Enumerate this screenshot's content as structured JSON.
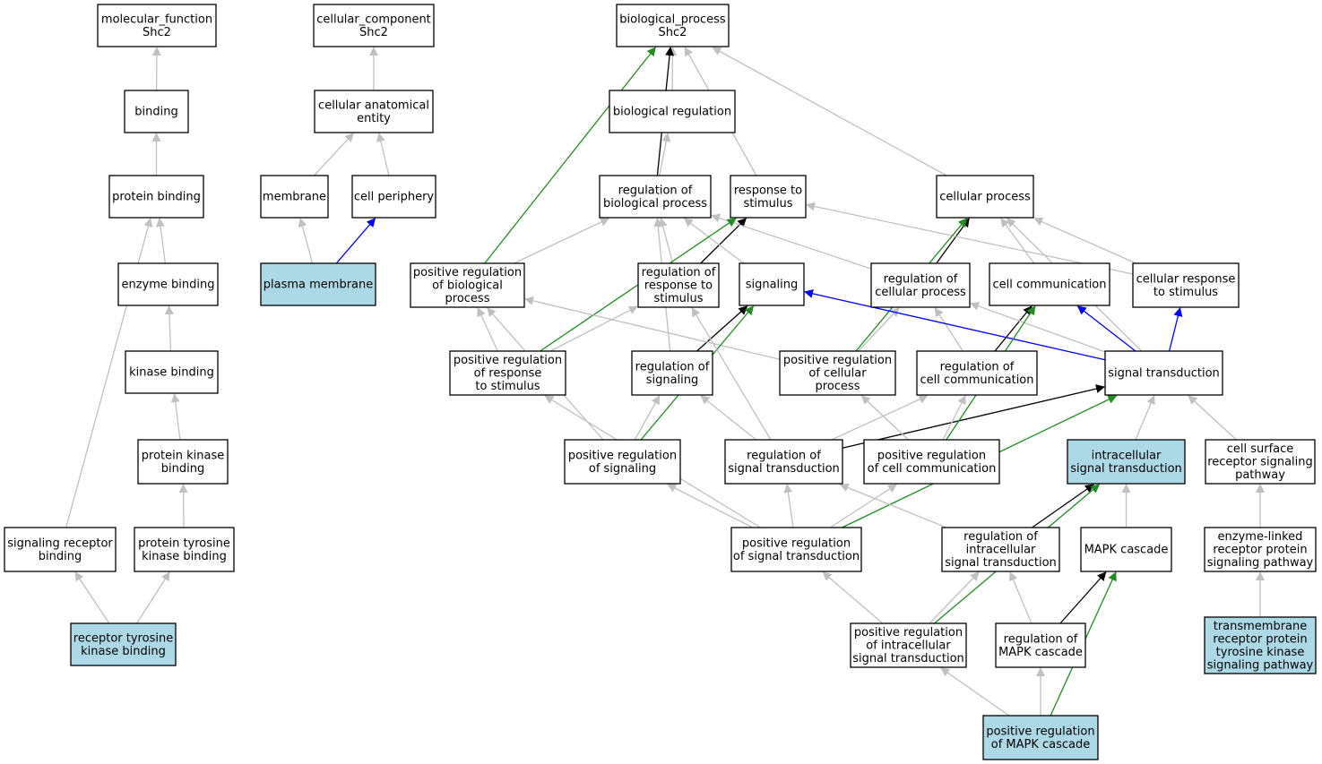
{
  "colors": {
    "node_border": "#000000",
    "node_fill": "#ffffff",
    "highlight_fill": "#add8e6",
    "is_a": "#c0c0c0",
    "regulates": "#000000",
    "positively_regulates": "#228b22",
    "part_of": "#0000ff"
  },
  "nodes": [
    {
      "id": "mf",
      "lines": [
        "molecular_function",
        "Shc2"
      ],
      "highlight": false
    },
    {
      "id": "binding",
      "lines": [
        "binding"
      ],
      "highlight": false
    },
    {
      "id": "protein_binding",
      "lines": [
        "protein binding"
      ],
      "highlight": false
    },
    {
      "id": "enzyme_binding",
      "lines": [
        "enzyme binding"
      ],
      "highlight": false
    },
    {
      "id": "kinase_binding",
      "lines": [
        "kinase binding"
      ],
      "highlight": false
    },
    {
      "id": "protein_kinase_binding",
      "lines": [
        "protein kinase",
        "binding"
      ],
      "highlight": false
    },
    {
      "id": "ptk_binding",
      "lines": [
        "protein tyrosine",
        "kinase binding"
      ],
      "highlight": false
    },
    {
      "id": "signaling_receptor_binding",
      "lines": [
        "signaling receptor",
        "binding"
      ],
      "highlight": false
    },
    {
      "id": "rtk_binding",
      "lines": [
        "receptor tyrosine",
        "kinase binding"
      ],
      "highlight": true
    },
    {
      "id": "cc",
      "lines": [
        "cellular_component",
        "Shc2"
      ],
      "highlight": false
    },
    {
      "id": "cae",
      "lines": [
        "cellular anatomical",
        "entity"
      ],
      "highlight": false
    },
    {
      "id": "membrane",
      "lines": [
        "membrane"
      ],
      "highlight": false
    },
    {
      "id": "cell_periphery",
      "lines": [
        "cell periphery"
      ],
      "highlight": false
    },
    {
      "id": "plasma_membrane",
      "lines": [
        "plasma membrane"
      ],
      "highlight": true
    },
    {
      "id": "bp",
      "lines": [
        "biological_process",
        "Shc2"
      ],
      "highlight": false
    },
    {
      "id": "bio_reg",
      "lines": [
        "biological regulation"
      ],
      "highlight": false
    },
    {
      "id": "reg_bio",
      "lines": [
        "regulation of",
        "biological process"
      ],
      "highlight": false
    },
    {
      "id": "resp_stim",
      "lines": [
        "response to",
        "stimulus"
      ],
      "highlight": false
    },
    {
      "id": "cell_proc",
      "lines": [
        "cellular process"
      ],
      "highlight": false
    },
    {
      "id": "pos_reg_bio",
      "lines": [
        "positive regulation",
        "of biological",
        "process"
      ],
      "highlight": false
    },
    {
      "id": "reg_resp",
      "lines": [
        "regulation of",
        "response to",
        "stimulus"
      ],
      "highlight": false
    },
    {
      "id": "signaling",
      "lines": [
        "signaling"
      ],
      "highlight": false
    },
    {
      "id": "reg_cell_proc",
      "lines": [
        "regulation of",
        "cellular process"
      ],
      "highlight": false
    },
    {
      "id": "cell_comm",
      "lines": [
        "cell communication"
      ],
      "highlight": false
    },
    {
      "id": "cell_resp",
      "lines": [
        "cellular response",
        "to stimulus"
      ],
      "highlight": false
    },
    {
      "id": "pos_reg_resp",
      "lines": [
        "positive regulation",
        "of response",
        "to stimulus"
      ],
      "highlight": false
    },
    {
      "id": "reg_sig",
      "lines": [
        "regulation of",
        "signaling"
      ],
      "highlight": false
    },
    {
      "id": "pos_reg_cell_proc",
      "lines": [
        "positive regulation",
        "of cellular",
        "process"
      ],
      "highlight": false
    },
    {
      "id": "reg_cell_comm",
      "lines": [
        "regulation of",
        "cell communication"
      ],
      "highlight": false
    },
    {
      "id": "sig_trans",
      "lines": [
        "signal transduction"
      ],
      "highlight": false
    },
    {
      "id": "pos_reg_sig",
      "lines": [
        "positive regulation",
        "of signaling"
      ],
      "highlight": false
    },
    {
      "id": "reg_sig_trans",
      "lines": [
        "regulation of",
        "signal transduction"
      ],
      "highlight": false
    },
    {
      "id": "pos_reg_cell_comm",
      "lines": [
        "positive regulation",
        "of cell communication"
      ],
      "highlight": false
    },
    {
      "id": "intra_sig",
      "lines": [
        "intracellular",
        "signal transduction"
      ],
      "highlight": true
    },
    {
      "id": "cell_surface",
      "lines": [
        "cell surface",
        "receptor signaling",
        "pathway"
      ],
      "highlight": false
    },
    {
      "id": "pos_reg_sig_trans",
      "lines": [
        "positive regulation",
        "of signal transduction"
      ],
      "highlight": false
    },
    {
      "id": "reg_intra",
      "lines": [
        "regulation of",
        "intracellular",
        "signal transduction"
      ],
      "highlight": false
    },
    {
      "id": "mapk",
      "lines": [
        "MAPK cascade"
      ],
      "highlight": false
    },
    {
      "id": "enzyme_linked",
      "lines": [
        "enzyme-linked",
        "receptor protein",
        "signaling pathway"
      ],
      "highlight": false
    },
    {
      "id": "pos_reg_intra",
      "lines": [
        "positive regulation",
        "of intracellular",
        "signal transduction"
      ],
      "highlight": false
    },
    {
      "id": "reg_mapk",
      "lines": [
        "regulation of",
        "MAPK cascade"
      ],
      "highlight": false
    },
    {
      "id": "rtk_pathway",
      "lines": [
        "transmembrane",
        "receptor protein",
        "tyrosine kinase",
        "signaling pathway"
      ],
      "highlight": true
    },
    {
      "id": "pos_reg_mapk",
      "lines": [
        "positive regulation",
        "of MAPK cascade"
      ],
      "highlight": true
    }
  ],
  "edges": [
    {
      "from": "binding",
      "to": "mf",
      "type": "is_a"
    },
    {
      "from": "protein_binding",
      "to": "binding",
      "type": "is_a"
    },
    {
      "from": "enzyme_binding",
      "to": "protein_binding",
      "type": "is_a"
    },
    {
      "from": "kinase_binding",
      "to": "enzyme_binding",
      "type": "is_a"
    },
    {
      "from": "protein_kinase_binding",
      "to": "kinase_binding",
      "type": "is_a"
    },
    {
      "from": "ptk_binding",
      "to": "protein_kinase_binding",
      "type": "is_a"
    },
    {
      "from": "signaling_receptor_binding",
      "to": "protein_binding",
      "type": "is_a"
    },
    {
      "from": "rtk_binding",
      "to": "signaling_receptor_binding",
      "type": "is_a"
    },
    {
      "from": "rtk_binding",
      "to": "ptk_binding",
      "type": "is_a"
    },
    {
      "from": "cae",
      "to": "cc",
      "type": "is_a"
    },
    {
      "from": "membrane",
      "to": "cae",
      "type": "is_a"
    },
    {
      "from": "cell_periphery",
      "to": "cae",
      "type": "is_a"
    },
    {
      "from": "plasma_membrane",
      "to": "membrane",
      "type": "is_a"
    },
    {
      "from": "plasma_membrane",
      "to": "cell_periphery",
      "type": "part_of"
    },
    {
      "from": "bio_reg",
      "to": "bp",
      "type": "is_a"
    },
    {
      "from": "reg_bio",
      "to": "bio_reg",
      "type": "is_a"
    },
    {
      "from": "reg_bio",
      "to": "bp",
      "type": "regulates"
    },
    {
      "from": "resp_stim",
      "to": "bp",
      "type": "is_a"
    },
    {
      "from": "cell_proc",
      "to": "bp",
      "type": "is_a"
    },
    {
      "from": "pos_reg_bio",
      "to": "bp",
      "type": "positively_regulates"
    },
    {
      "from": "pos_reg_bio",
      "to": "reg_bio",
      "type": "is_a"
    },
    {
      "from": "reg_resp",
      "to": "reg_bio",
      "type": "is_a"
    },
    {
      "from": "reg_resp",
      "to": "resp_stim",
      "type": "regulates"
    },
    {
      "from": "signaling",
      "to": "reg_bio",
      "type": "is_a"
    },
    {
      "from": "reg_cell_proc",
      "to": "reg_bio",
      "type": "is_a"
    },
    {
      "from": "reg_cell_proc",
      "to": "cell_proc",
      "type": "regulates"
    },
    {
      "from": "cell_comm",
      "to": "cell_proc",
      "type": "is_a"
    },
    {
      "from": "cell_resp",
      "to": "cell_proc",
      "type": "is_a"
    },
    {
      "from": "cell_resp",
      "to": "resp_stim",
      "type": "is_a"
    },
    {
      "from": "pos_reg_resp",
      "to": "resp_stim",
      "type": "positively_regulates"
    },
    {
      "from": "pos_reg_resp",
      "to": "pos_reg_bio",
      "type": "is_a"
    },
    {
      "from": "pos_reg_resp",
      "to": "reg_resp",
      "type": "is_a"
    },
    {
      "from": "reg_sig",
      "to": "signaling",
      "type": "regulates"
    },
    {
      "from": "reg_sig",
      "to": "reg_bio",
      "type": "is_a"
    },
    {
      "from": "pos_reg_cell_proc",
      "to": "pos_reg_bio",
      "type": "is_a"
    },
    {
      "from": "pos_reg_cell_proc",
      "to": "reg_cell_proc",
      "type": "is_a"
    },
    {
      "from": "pos_reg_cell_proc",
      "to": "cell_proc",
      "type": "positively_regulates"
    },
    {
      "from": "reg_cell_comm",
      "to": "cell_comm",
      "type": "regulates"
    },
    {
      "from": "reg_cell_comm",
      "to": "reg_cell_proc",
      "type": "is_a"
    },
    {
      "from": "sig_trans",
      "to": "signaling",
      "type": "part_of"
    },
    {
      "from": "sig_trans",
      "to": "cell_comm",
      "type": "part_of"
    },
    {
      "from": "sig_trans",
      "to": "cell_resp",
      "type": "part_of"
    },
    {
      "from": "sig_trans",
      "to": "cell_proc",
      "type": "is_a"
    },
    {
      "from": "sig_trans",
      "to": "reg_cell_proc",
      "type": "is_a"
    },
    {
      "from": "pos_reg_sig",
      "to": "pos_reg_bio",
      "type": "is_a"
    },
    {
      "from": "pos_reg_sig",
      "to": "reg_sig",
      "type": "is_a"
    },
    {
      "from": "pos_reg_sig",
      "to": "signaling",
      "type": "positively_regulates"
    },
    {
      "from": "reg_sig_trans",
      "to": "reg_sig",
      "type": "is_a"
    },
    {
      "from": "reg_sig_trans",
      "to": "reg_resp",
      "type": "is_a"
    },
    {
      "from": "reg_sig_trans",
      "to": "reg_cell_comm",
      "type": "is_a"
    },
    {
      "from": "reg_sig_trans",
      "to": "sig_trans",
      "type": "regulates"
    },
    {
      "from": "pos_reg_cell_comm",
      "to": "pos_reg_cell_proc",
      "type": "is_a"
    },
    {
      "from": "pos_reg_cell_comm",
      "to": "reg_cell_comm",
      "type": "is_a"
    },
    {
      "from": "pos_reg_cell_comm",
      "to": "cell_comm",
      "type": "positively_regulates"
    },
    {
      "from": "intra_sig",
      "to": "sig_trans",
      "type": "is_a"
    },
    {
      "from": "cell_surface",
      "to": "sig_trans",
      "type": "is_a"
    },
    {
      "from": "pos_reg_sig_trans",
      "to": "pos_reg_sig",
      "type": "is_a"
    },
    {
      "from": "pos_reg_sig_trans",
      "to": "pos_reg_resp",
      "type": "is_a"
    },
    {
      "from": "pos_reg_sig_trans",
      "to": "reg_sig_trans",
      "type": "is_a"
    },
    {
      "from": "pos_reg_sig_trans",
      "to": "pos_reg_cell_comm",
      "type": "is_a"
    },
    {
      "from": "pos_reg_sig_trans",
      "to": "sig_trans",
      "type": "positively_regulates"
    },
    {
      "from": "reg_intra",
      "to": "reg_sig_trans",
      "type": "is_a"
    },
    {
      "from": "reg_intra",
      "to": "intra_sig",
      "type": "regulates"
    },
    {
      "from": "mapk",
      "to": "intra_sig",
      "type": "is_a"
    },
    {
      "from": "enzyme_linked",
      "to": "cell_surface",
      "type": "is_a"
    },
    {
      "from": "pos_reg_intra",
      "to": "pos_reg_sig_trans",
      "type": "is_a"
    },
    {
      "from": "pos_reg_intra",
      "to": "reg_intra",
      "type": "is_a"
    },
    {
      "from": "pos_reg_intra",
      "to": "intra_sig",
      "type": "positively_regulates"
    },
    {
      "from": "reg_mapk",
      "to": "reg_intra",
      "type": "is_a"
    },
    {
      "from": "reg_mapk",
      "to": "mapk",
      "type": "regulates"
    },
    {
      "from": "rtk_pathway",
      "to": "enzyme_linked",
      "type": "is_a"
    },
    {
      "from": "pos_reg_mapk",
      "to": "pos_reg_intra",
      "type": "is_a"
    },
    {
      "from": "pos_reg_mapk",
      "to": "reg_mapk",
      "type": "is_a"
    },
    {
      "from": "pos_reg_mapk",
      "to": "mapk",
      "type": "positively_regulates"
    }
  ]
}
